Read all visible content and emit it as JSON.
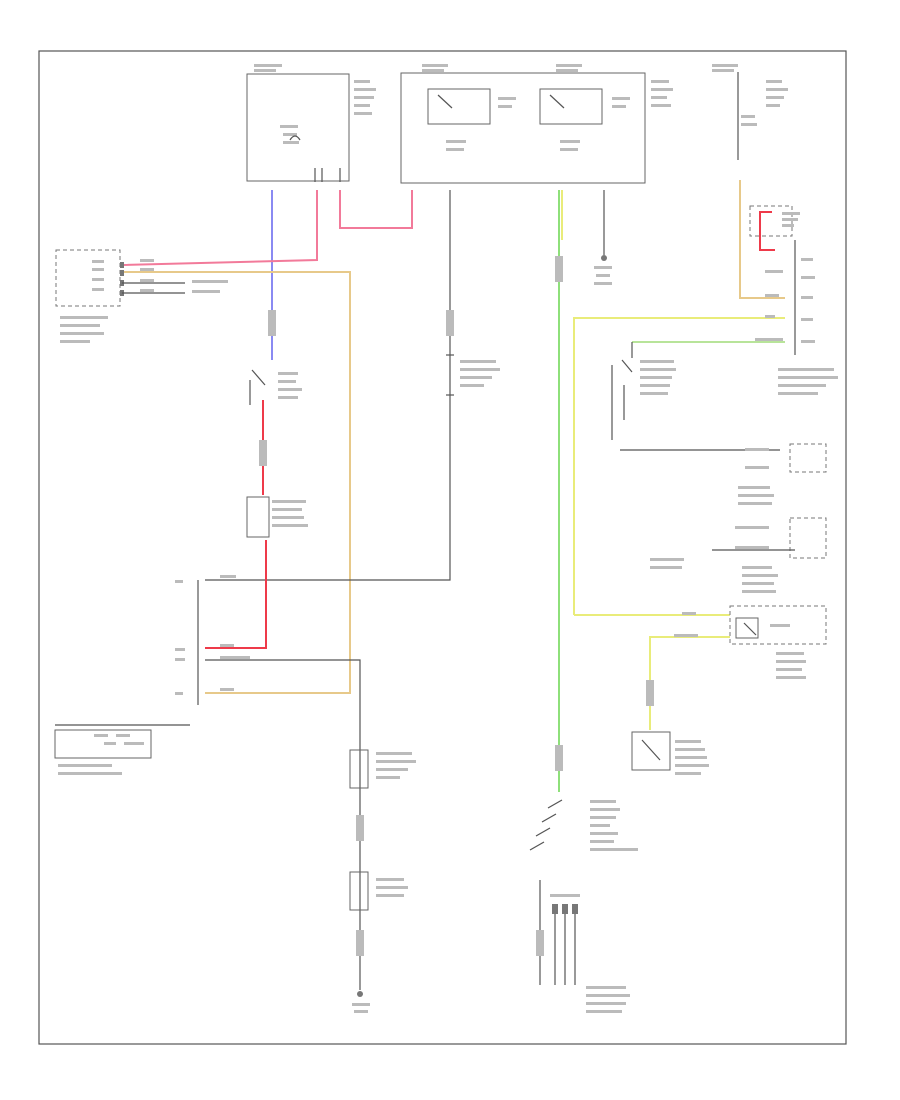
{
  "document": {
    "type": "wiring-schematic",
    "text_legible": false,
    "wire_colors": {
      "pink": "#f27a9a",
      "red": "#ee3a4a",
      "blue": "#8a8af2",
      "tan": "#e7c98a",
      "yellow": "#e9ec7a",
      "green": "#8ee07a",
      "black": "#555555"
    },
    "components": [
      "fuse-box-top-left",
      "relay-block-center",
      "fuse-top-right",
      "power-source-connector-left",
      "stop-switch-left",
      "junction-connector-left",
      "body-control-module-pins",
      "ground-top-center",
      "junction-lower-center",
      "brake-light-switch",
      "connector-right-upper",
      "junction-connectors-right",
      "brake-switch-right",
      "sensor-lower-right",
      "transmission-switch",
      "ground-bottom"
    ]
  }
}
